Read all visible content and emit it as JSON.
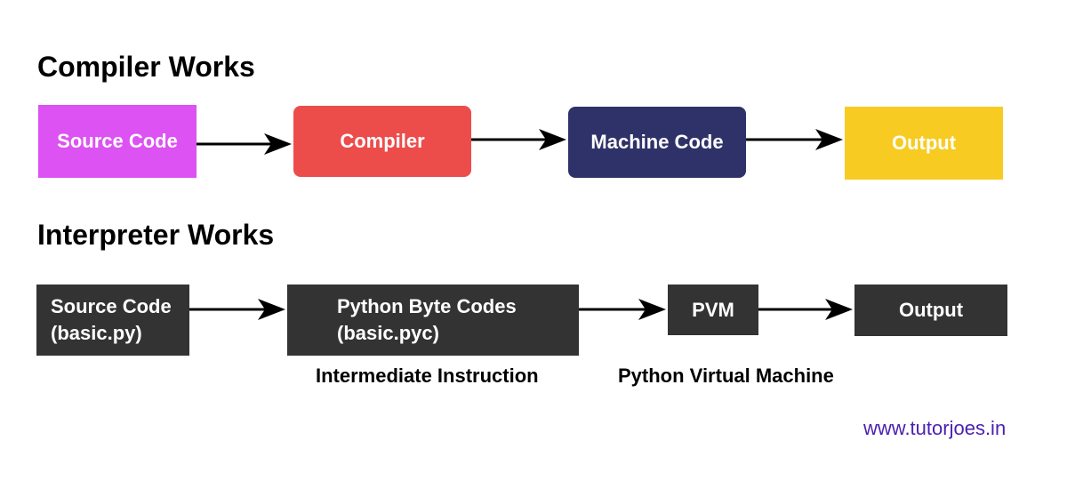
{
  "compiler": {
    "heading": "Compiler Works",
    "steps": [
      {
        "label": "Source Code",
        "color": "#dc52f2"
      },
      {
        "label": "Compiler",
        "color": "#ec4d4b"
      },
      {
        "label": "Machine Code",
        "color": "#2f3268"
      },
      {
        "label": "Output",
        "color": "#f8cb22"
      }
    ]
  },
  "interpreter": {
    "heading": "Interpreter Works",
    "steps": [
      {
        "line1": "Source Code",
        "line2": "(basic.py)",
        "color": "#333333"
      },
      {
        "line1": "Python Byte Codes",
        "line2": "(basic.pyc)",
        "color": "#333333"
      },
      {
        "line1": "PVM",
        "color": "#333333"
      },
      {
        "line1": "Output",
        "color": "#333333"
      }
    ],
    "captions": {
      "bytecode": "Intermediate Instruction",
      "pvm": "Python Virtual Machine"
    }
  },
  "footer": {
    "website": "www.tutorjoes.in"
  }
}
